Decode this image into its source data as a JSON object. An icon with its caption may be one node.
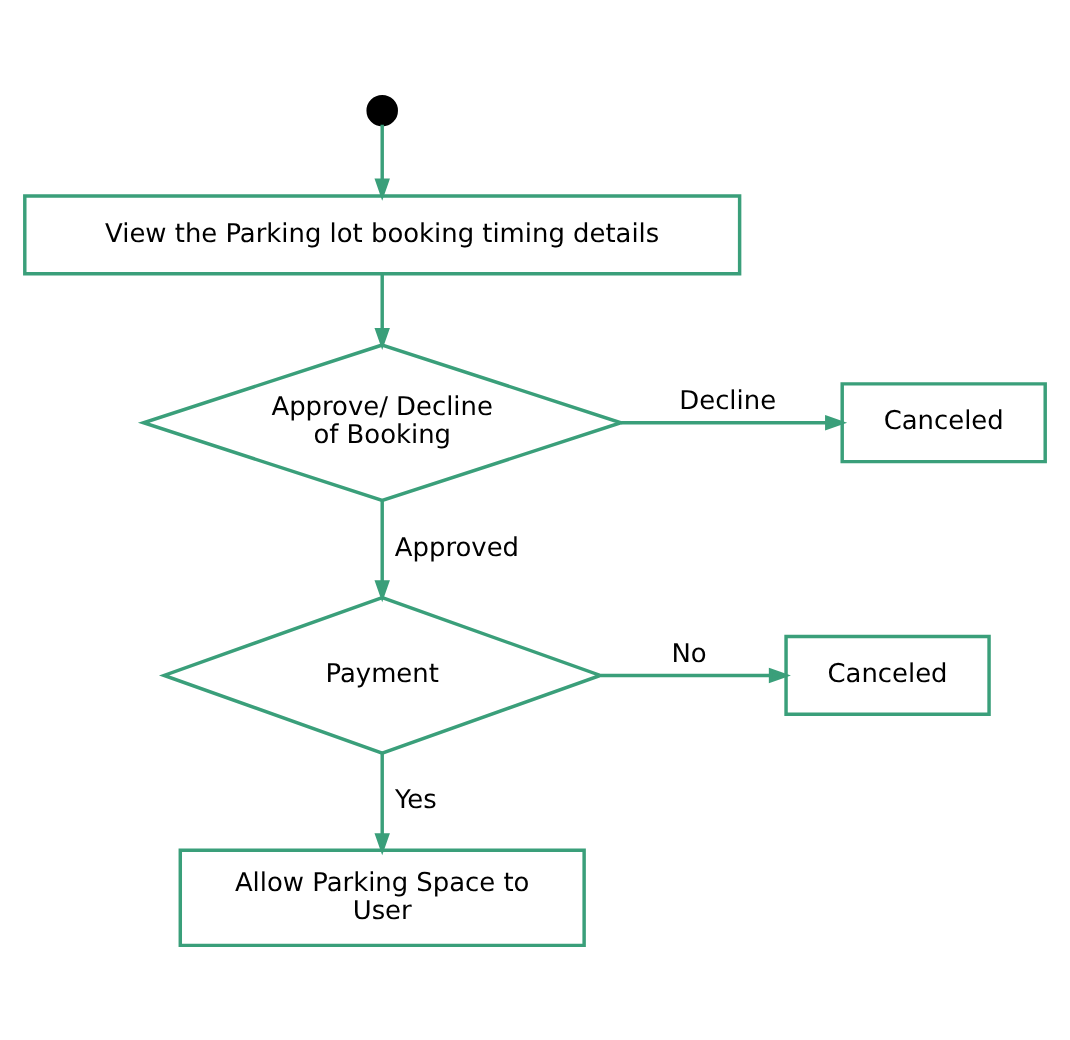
{
  "diagram": {
    "nodes": [
      {
        "text": [],
        "shape": "circle"
      },
      {
        "text": [
          "View the Parking lot booking timing details"
        ]
      },
      {
        "text": [
          "Approve/ Decline of Booking"
        ]
      },
      {
        "text": [
          "Canceled"
        ]
      },
      {
        "text": [
          "Payment"
        ]
      },
      {
        "text": [
          "Canceled"
        ]
      },
      {
        "text": [
          "Allow Parking Space to User"
        ]
      }
    ],
    "edges": [
      {
        "from": 0,
        "to": 1,
        "arrow": "to"
      },
      {
        "from": 1,
        "to": 2,
        "arrow": "to"
      },
      {
        "from": 2,
        "to": 3,
        "arrow": "to",
        "label": "Decline"
      },
      {
        "from": 2,
        "to": 4,
        "arrow": "to",
        "label": "Approved"
      },
      {
        "from": 4,
        "to": 5,
        "arrow": "to",
        "label": "No"
      },
      {
        "from": 4,
        "to": 6,
        "arrow": "to",
        "label": "Yes"
      }
    ]
  }
}
